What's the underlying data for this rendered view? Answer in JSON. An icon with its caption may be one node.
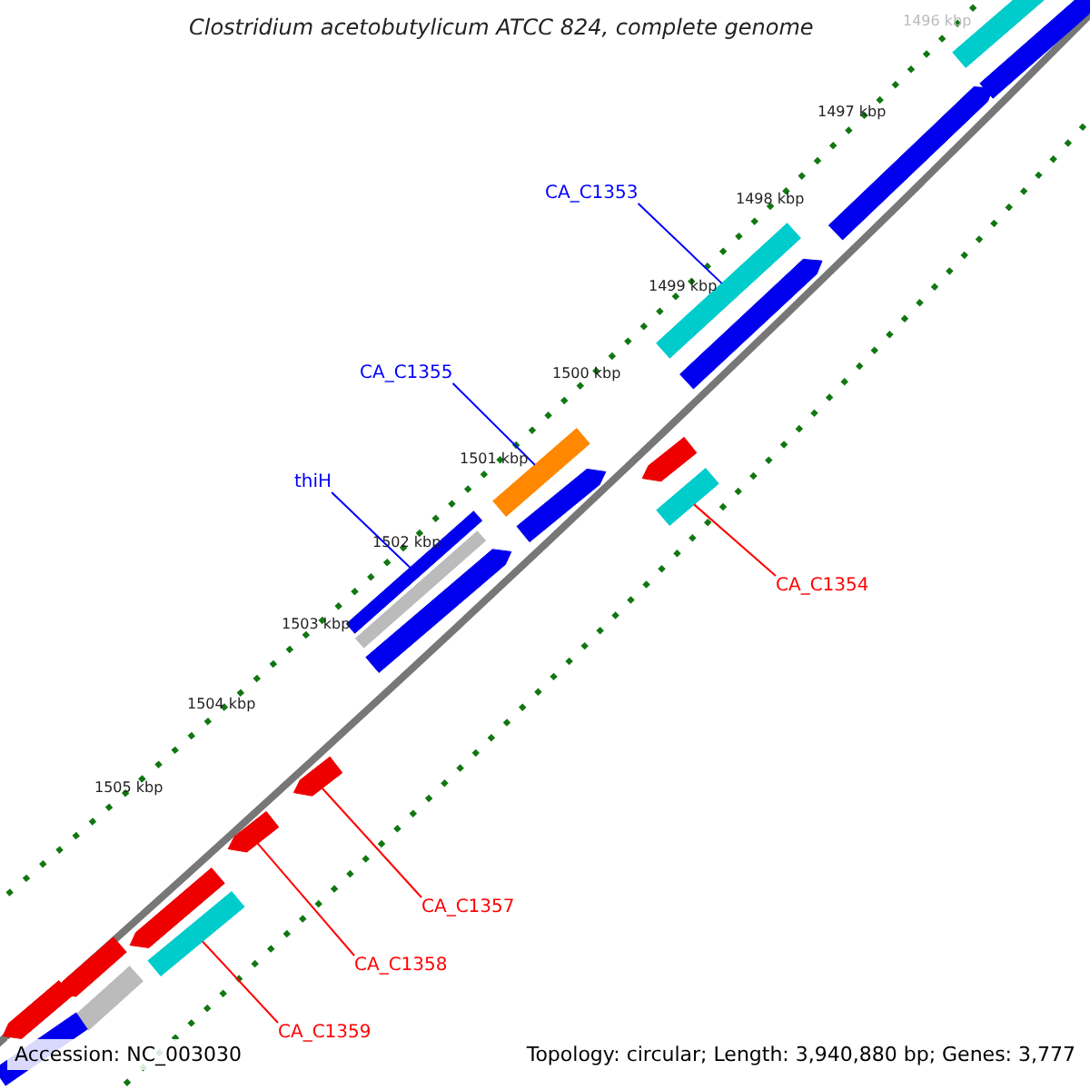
{
  "diagram": {
    "title": "Clostridium acetobutylicum ATCC 824, complete genome",
    "nodes": [
      {
        "text": [
          "CA_C1353"
        ]
      },
      {
        "text": [
          "CA_C1355"
        ]
      },
      {
        "text": [
          "thiH"
        ]
      },
      {
        "text": [
          "CA_C1354"
        ]
      },
      {
        "text": [
          "CA_C1357"
        ]
      },
      {
        "text": [
          "CA_C1358"
        ]
      },
      {
        "text": [
          "CA_C1359"
        ]
      },
      {
        "text": [],
        "shape": "bar"
      },
      {
        "text": [],
        "shape": "bar"
      },
      {
        "text": [],
        "shape": "bar"
      },
      {
        "text": [],
        "shape": "bar"
      },
      {
        "text": [],
        "shape": "bar"
      },
      {
        "text": [],
        "shape": "bar"
      },
      {
        "text": [],
        "shape": "bar"
      },
      {
        "text": [],
        "shape": "bar"
      },
      {
        "text": [],
        "shape": "bar"
      },
      {
        "text": [],
        "shape": "bar"
      },
      {
        "text": [],
        "shape": "bar"
      },
      {
        "text": [],
        "shape": "bar"
      },
      {
        "text": [],
        "shape": "bar"
      },
      {
        "text": [],
        "shape": "bar"
      },
      {
        "text": [],
        "shape": "bar"
      },
      {
        "text": [],
        "shape": "bar"
      },
      {
        "text": [],
        "shape": "bar"
      },
      {
        "text": [],
        "shape": "bar"
      },
      {
        "text": [],
        "shape": "bar"
      },
      {
        "text": [],
        "shape": "bar"
      }
    ],
    "edges": [
      {
        "from": 0,
        "to": 10,
        "arrow": "none",
        "color": "#0000ff"
      },
      {
        "from": 1,
        "to": 12,
        "arrow": "none",
        "color": "#0000ff"
      },
      {
        "from": 2,
        "to": 16,
        "arrow": "none",
        "color": "#0000ff"
      },
      {
        "from": 3,
        "to": 15,
        "arrow": "none"
      },
      {
        "from": 4,
        "to": 19,
        "arrow": "none"
      },
      {
        "from": 5,
        "to": 20,
        "arrow": "none"
      },
      {
        "from": 6,
        "to": 22,
        "arrow": "none"
      }
    ],
    "labels": [
      "1496 kbp",
      "1497 kbp",
      "1498 kbp",
      "1499 kbp",
      "1500 kbp",
      "1501 kbp",
      "1502 kbp",
      "1503 kbp",
      "1504 kbp",
      "1505 kbp",
      "Accession: NC_003030",
      "Topology: circular; Length: 3,940,880 bp; Genes: 3,777"
    ]
  }
}
